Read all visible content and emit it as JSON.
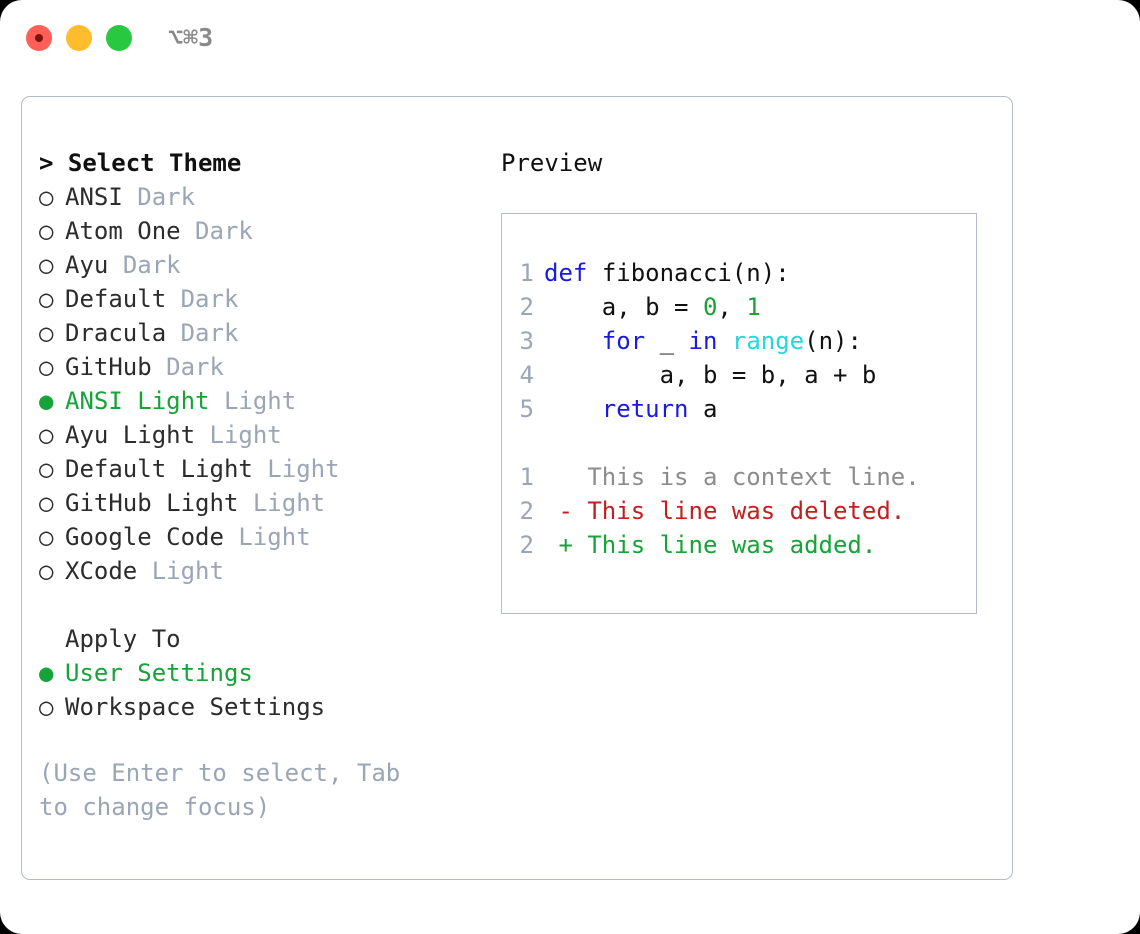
{
  "titlebar": {
    "shortcut": "⌥⌘3",
    "buttons": [
      {
        "name": "close",
        "color": "#ff5f57"
      },
      {
        "name": "minimize",
        "color": "#ffbd2e"
      },
      {
        "name": "maximize",
        "color": "#28c840"
      }
    ]
  },
  "theme_picker": {
    "header_caret": ">",
    "header_label": "Select Theme",
    "bullet_selected": "●",
    "bullet_unselected": "○",
    "items": [
      {
        "name": "ANSI",
        "variant": "Dark",
        "selected": false
      },
      {
        "name": "Atom One",
        "variant": "Dark",
        "selected": false
      },
      {
        "name": "Ayu",
        "variant": "Dark",
        "selected": false
      },
      {
        "name": "Default",
        "variant": "Dark",
        "selected": false
      },
      {
        "name": "Dracula",
        "variant": "Dark",
        "selected": false
      },
      {
        "name": "GitHub",
        "variant": "Dark",
        "selected": false
      },
      {
        "name": "ANSI Light",
        "variant": "Light",
        "selected": true
      },
      {
        "name": "Ayu Light",
        "variant": "Light",
        "selected": false
      },
      {
        "name": "Default Light",
        "variant": "Light",
        "selected": false
      },
      {
        "name": "GitHub Light",
        "variant": "Light",
        "selected": false
      },
      {
        "name": "Google Code",
        "variant": "Light",
        "selected": false
      },
      {
        "name": "XCode",
        "variant": "Light",
        "selected": false
      }
    ]
  },
  "apply_to": {
    "title": "Apply To",
    "items": [
      {
        "name": "User Settings",
        "selected": true
      },
      {
        "name": "Workspace Settings",
        "selected": false
      }
    ]
  },
  "hint": "(Use Enter to select, Tab to change focus)",
  "preview": {
    "title": "Preview",
    "code_lines": [
      {
        "num": "1",
        "tokens": [
          {
            "t": "def",
            "c": "kw"
          },
          {
            "t": " ",
            "c": "punct"
          },
          {
            "t": "fibonacci",
            "c": "fn"
          },
          {
            "t": "(n):",
            "c": "punct"
          }
        ]
      },
      {
        "num": "2",
        "tokens": [
          {
            "t": "    a, b = ",
            "c": "id"
          },
          {
            "t": "0",
            "c": "num"
          },
          {
            "t": ", ",
            "c": "punct"
          },
          {
            "t": "1",
            "c": "num"
          }
        ]
      },
      {
        "num": "3",
        "tokens": [
          {
            "t": "    ",
            "c": "punct"
          },
          {
            "t": "for",
            "c": "kw"
          },
          {
            "t": " _ ",
            "c": "id"
          },
          {
            "t": "in",
            "c": "kw"
          },
          {
            "t": " ",
            "c": "punct"
          },
          {
            "t": "range",
            "c": "built"
          },
          {
            "t": "(n):",
            "c": "punct"
          }
        ]
      },
      {
        "num": "4",
        "tokens": [
          {
            "t": "        a, b = b, a + b",
            "c": "id"
          }
        ]
      },
      {
        "num": "5",
        "tokens": [
          {
            "t": "    ",
            "c": "punct"
          },
          {
            "t": "return",
            "c": "kw"
          },
          {
            "t": " a",
            "c": "id"
          }
        ]
      }
    ],
    "diff_lines": [
      {
        "num": "1",
        "marker": " ",
        "text": "This is a context line.",
        "kind": "ctx"
      },
      {
        "num": "2",
        "marker": "-",
        "text": "This line was deleted.",
        "kind": "del"
      },
      {
        "num": "2",
        "marker": "+",
        "text": "This line was added.",
        "kind": "add"
      }
    ]
  },
  "colors": {
    "accent_green": "#16a338",
    "muted": "#9aa5b5",
    "keyword_blue": "#1a1ae0",
    "builtin_cyan": "#22d8d8",
    "diff_delete": "#c22020",
    "border": "#b3bcc9"
  }
}
